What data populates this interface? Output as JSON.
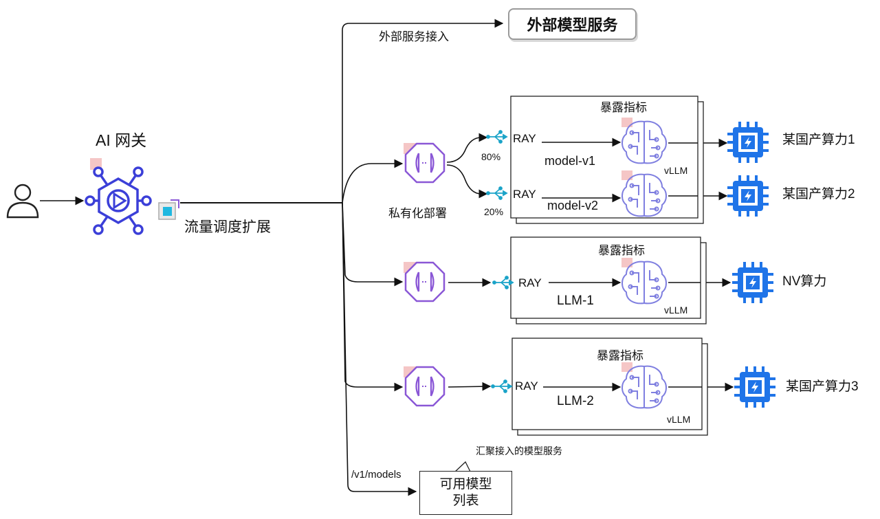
{
  "gateway": {
    "title": "AI 网关",
    "subtitle": "流量调度扩展"
  },
  "external": {
    "link_label": "外部服务接入",
    "box_label": "外部模型服务"
  },
  "private": {
    "label": "私有化部署"
  },
  "clusters": [
    {
      "metrics_label": "暴露指标",
      "engine_label": "vLLM",
      "routes": [
        {
          "percent": "80%",
          "ray_label": "RAY",
          "model": "model-v1",
          "compute": "某国产算力1"
        },
        {
          "percent": "20%",
          "ray_label": "RAY",
          "model": "model-v2",
          "compute": "某国产算力2"
        }
      ]
    },
    {
      "metrics_label": "暴露指标",
      "engine_label": "vLLM",
      "routes": [
        {
          "ray_label": "RAY",
          "model": "LLM-1",
          "compute": "NV算力"
        }
      ]
    },
    {
      "metrics_label": "暴露指标",
      "engine_label": "vLLM",
      "routes": [
        {
          "ray_label": "RAY",
          "model": "LLM-2",
          "compute": "某国产算力3"
        }
      ]
    }
  ],
  "models_list": {
    "endpoint": "/v1/models",
    "callout": "汇聚接入的模型服务",
    "line1": "可用模型",
    "line2": "列表"
  },
  "colors": {
    "gateway": "#3b3fd8",
    "router": "#8a57d6",
    "brain": "#7f7fe0",
    "chip": "#1f74e8",
    "ray": "#1aa3c8",
    "marker": "#f5c6c6"
  }
}
